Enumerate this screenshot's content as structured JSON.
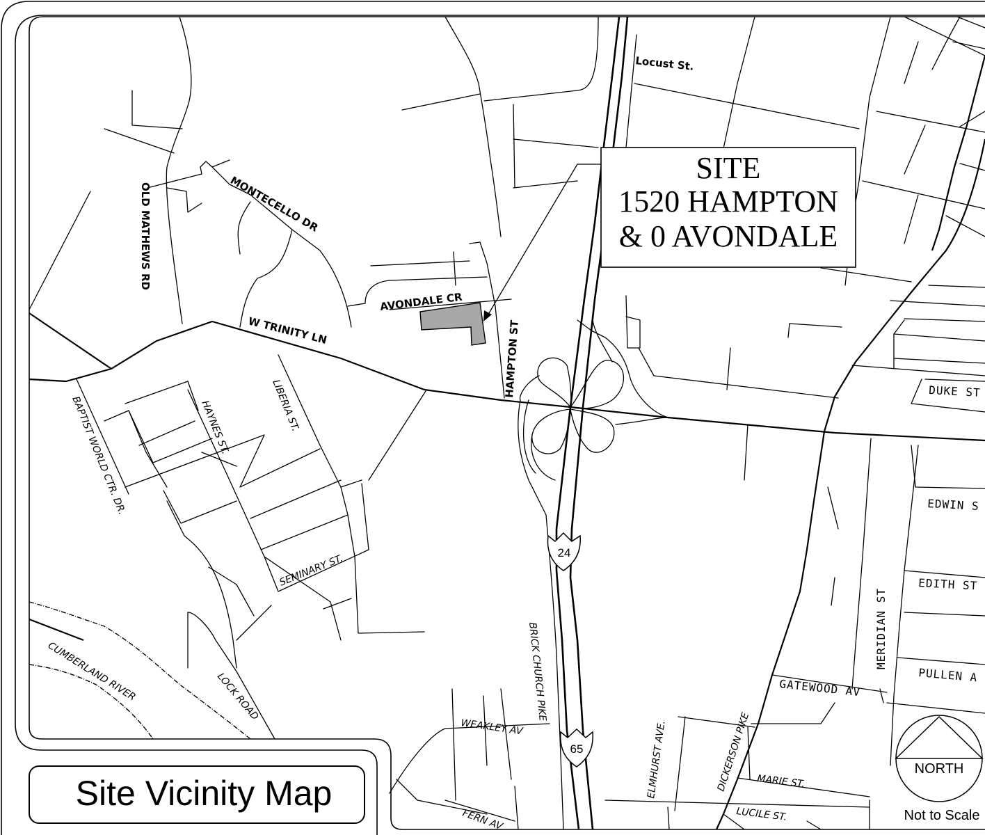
{
  "map": {
    "title": "Site Vicinity Map",
    "site_callout": [
      "SITE",
      "1520 HAMPTON",
      "& 0 AVONDALE"
    ],
    "north_label": "NORTH",
    "scale_note": "Not to Scale",
    "interstates": [
      "24",
      "65"
    ],
    "colors": {
      "site_parcel": "#a8a8a8",
      "lines": "#000000",
      "background": "#ffffff"
    },
    "streets": {
      "locust": "Locust St.",
      "old_mathews": "OLD MATHEWS RD",
      "montecello": "MONTECELLO DR",
      "avondale_cr": "AVONDALE CR",
      "w_trinity": "W TRINITY LN",
      "hampton": "HAMPTON ST",
      "baptist": "BAPTIST WORLD CTR. DR.",
      "haynes": "HAYNES ST.",
      "liberia": "LIBERIA ST.",
      "seminary": "SEMINARY ST.",
      "cumberland": "CUMBERLAND RIVER",
      "lock_road": "LOCK ROAD",
      "brick_church": "BRICK CHURCH PIKE",
      "weakley": "WEAKLEY AV",
      "fern": "FERN AV",
      "elmhurst": "ELMHURST AVE.",
      "dickerson": "DICKERSON PIKE",
      "marie": "MARIE ST.",
      "lucile": "LUCILE ST.",
      "gatewood": "GATEWOOD AV",
      "meridian": "MERIDIAN ST",
      "duke": "DUKE ST",
      "edwin": "EDWIN S",
      "edith": "EDITH ST",
      "pullen": "PULLEN A"
    }
  }
}
